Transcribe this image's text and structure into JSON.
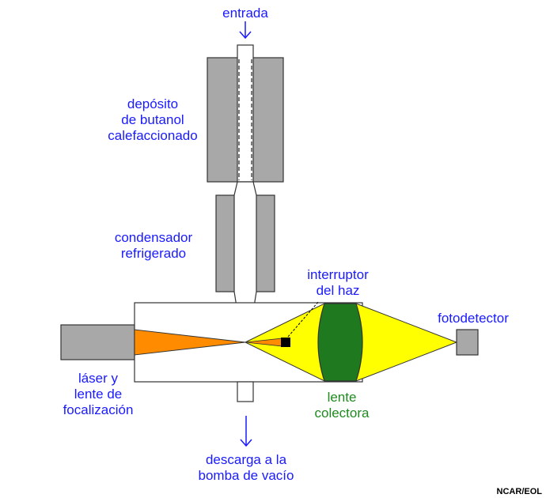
{
  "labels": {
    "inlet": "entrada",
    "reservoir_l1": "depósito",
    "reservoir_l2": "de butanol",
    "reservoir_l3": "calefaccionado",
    "condenser_l1": "condensador",
    "condenser_l2": "refrigerado",
    "beam_stop_l1": "interruptor",
    "beam_stop_l2": "del haz",
    "photodetector": "fotodetector",
    "laser_l1": "láser y",
    "laser_l2": "lente de",
    "laser_l3": "focalización",
    "lens_l1": "lente",
    "lens_l2": "colectora",
    "exhaust_l1": "descarga a la",
    "exhaust_l2": "bomba de vacío",
    "credit": "NCAR/EOL"
  },
  "colors": {
    "label": "#1a1aff",
    "lens_label": "#1f8a1f",
    "housing": "#a8a8a8",
    "laser_beam": "#ff8c00",
    "scatter_cone": "#ffff00",
    "lens": "#1f7a1f",
    "beam_stop": "#000000"
  },
  "icons": {
    "inlet_arrow": "arrow-down",
    "exhaust_arrow": "arrow-down"
  }
}
